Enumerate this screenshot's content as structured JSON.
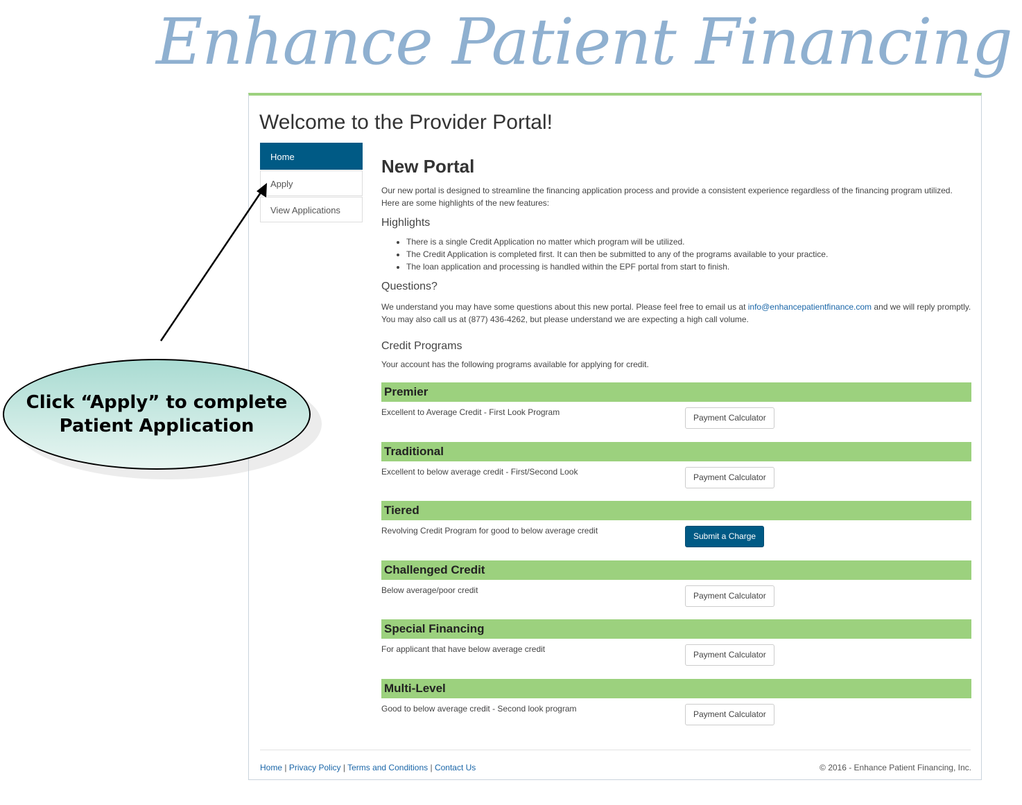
{
  "banner": {
    "title": "Enhance Patient Financing"
  },
  "portal": {
    "welcome": "Welcome to the Provider Portal!",
    "nav": [
      {
        "label": "Home",
        "active": true
      },
      {
        "label": "Apply",
        "active": false
      },
      {
        "label": "View Applications",
        "active": false
      }
    ],
    "content": {
      "heading": "New Portal",
      "intro": "Our new portal is designed to streamline the financing application process and provide a consistent experience regardless of the financing program utilized. Here are some highlights of the new features:",
      "highlights_heading": "Highlights",
      "highlights": [
        "There is a single Credit Application no matter which program will be utilized.",
        "The Credit Application is completed first. It can then be submitted to any of the programs available to your practice.",
        "The loan application and processing is handled within the EPF portal from start to finish."
      ],
      "questions_heading": "Questions?",
      "questions_before": "We understand you may have some questions about this new portal. Please feel free to email us at ",
      "questions_email": "info@enhancepatientfinance.com",
      "questions_after": " and we will reply promptly. You may also call us at (877) 436-4262, but please understand we are expecting a high call volume.",
      "credit_heading": "Credit Programs",
      "credit_intro": "Your account has the following programs available for applying for credit."
    },
    "programs": [
      {
        "name": "Premier",
        "description": "Excellent to Average Credit - First Look Program",
        "button": "Payment Calculator",
        "primary": false
      },
      {
        "name": "Traditional",
        "description": "Excellent to below average credit - First/Second Look",
        "button": "Payment Calculator",
        "primary": false
      },
      {
        "name": "Tiered",
        "description": "Revolving Credit Program for good to below average credit",
        "button": "Submit a Charge",
        "primary": true
      },
      {
        "name": "Challenged Credit",
        "description": "Below average/poor credit",
        "button": "Payment Calculator",
        "primary": false
      },
      {
        "name": "Special Financing",
        "description": "For applicant that have below average credit",
        "button": "Payment Calculator",
        "primary": false
      },
      {
        "name": "Multi-Level",
        "description": "Good to below average credit - Second look program",
        "button": "Payment Calculator",
        "primary": false
      }
    ],
    "footer": {
      "links": [
        "Home",
        "Privacy Policy",
        "Terms and Conditions",
        "Contact Us"
      ],
      "separator": " | ",
      "copyright": "© 2016 - Enhance Patient Financing, Inc."
    }
  },
  "callout": {
    "text": "Click “Apply” to complete\nPatient Application"
  },
  "colors": {
    "accent_green": "#9cd17e",
    "primary_blue": "#005a85",
    "banner_blue": "#8fb0d0",
    "link_blue": "#1a66a8"
  }
}
